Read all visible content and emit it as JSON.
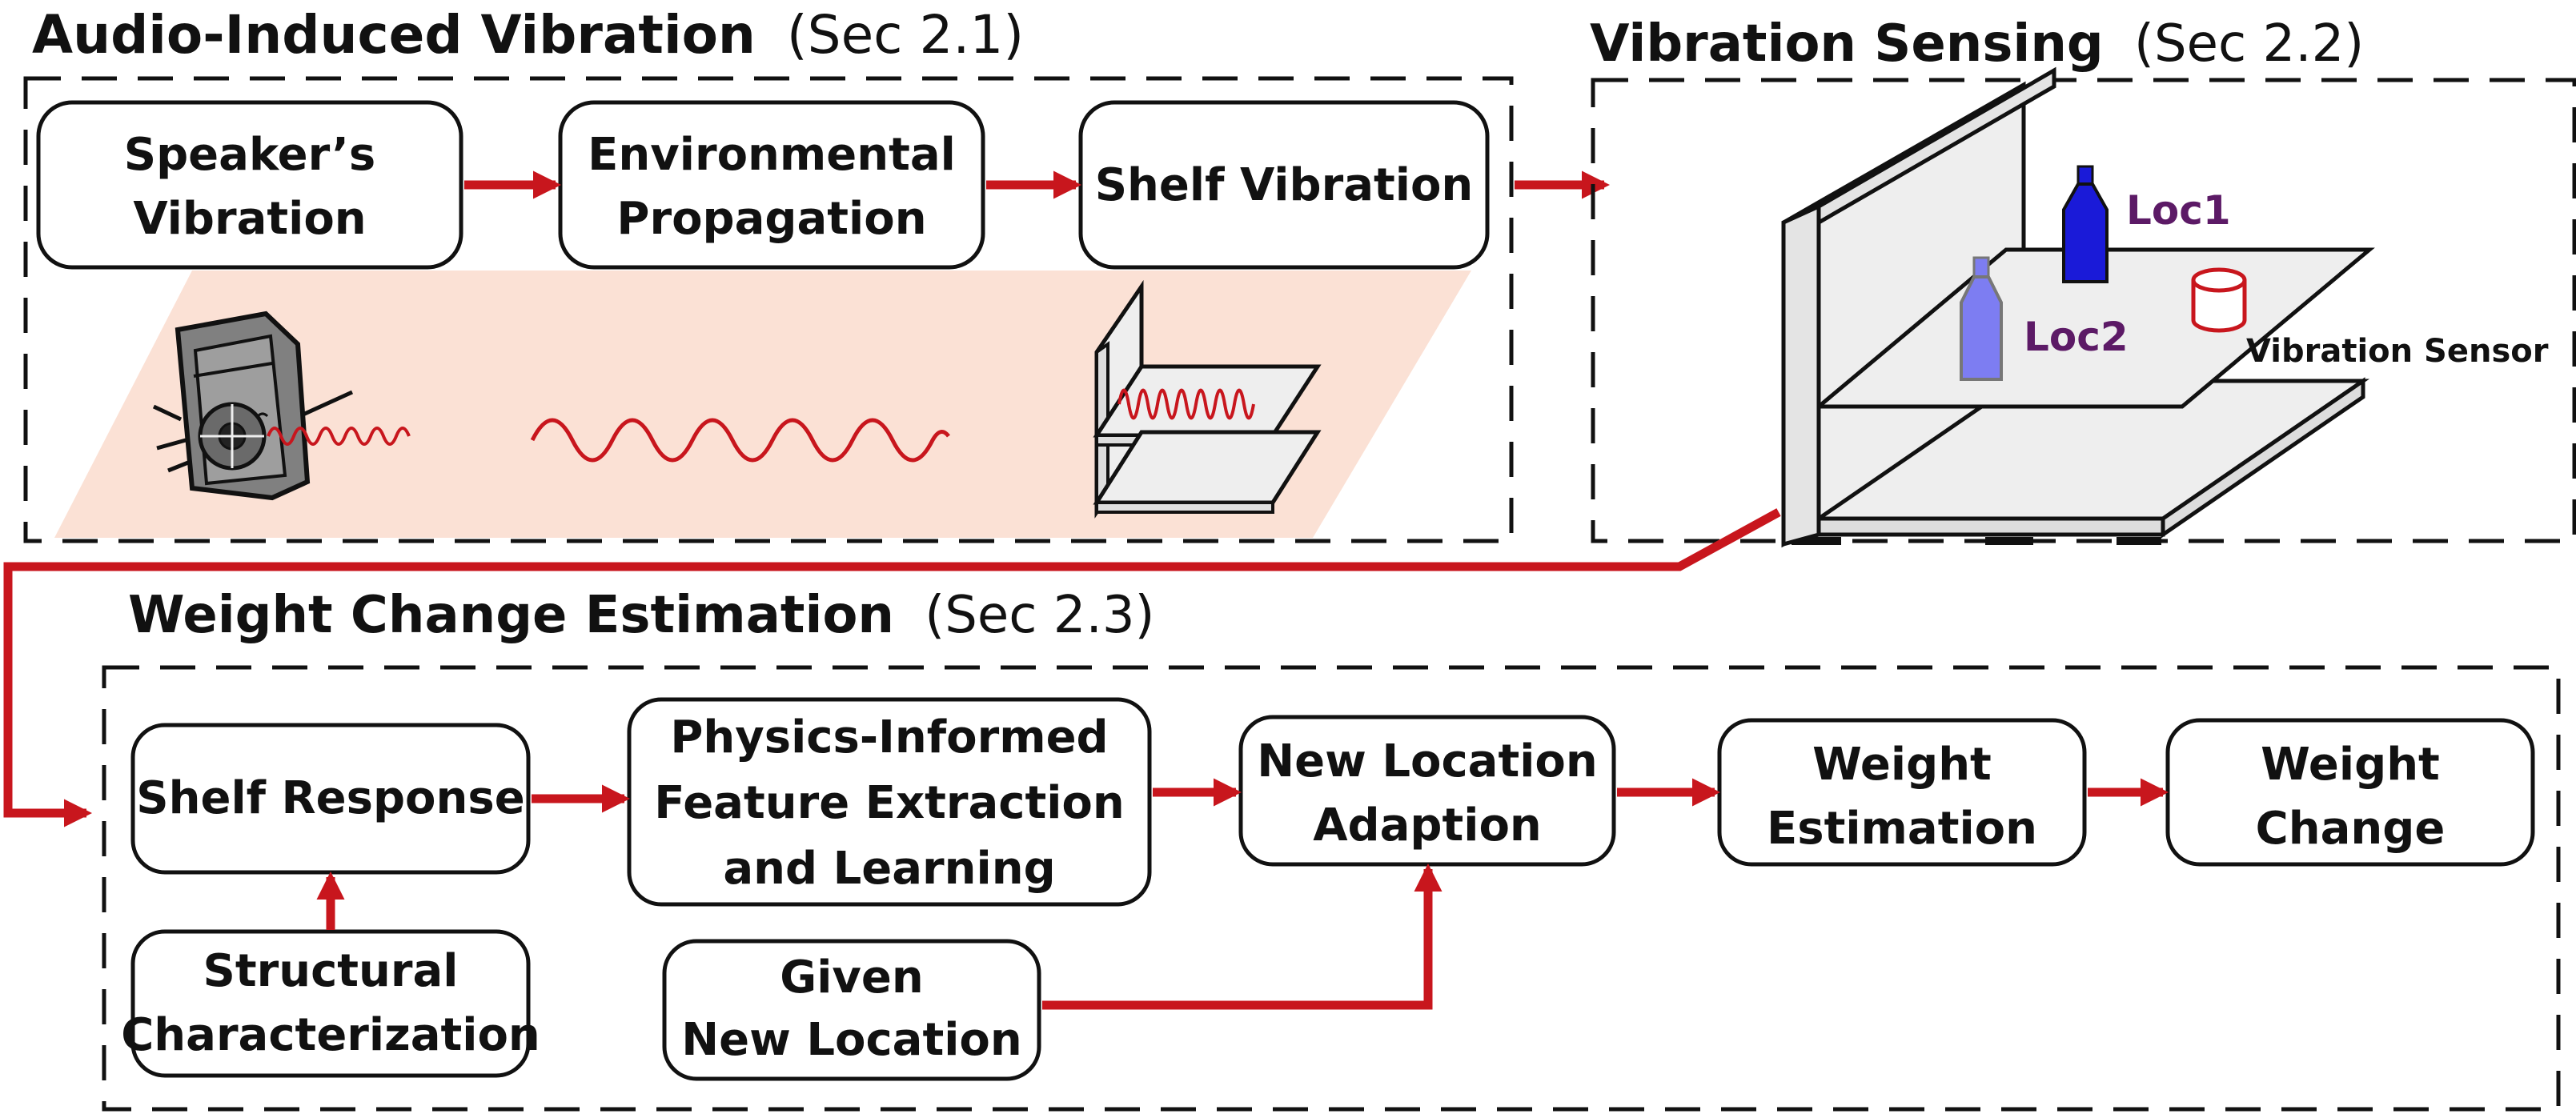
{
  "colors": {
    "accent_arrow": "#c8161d",
    "floor_tint": "#fbe1d5",
    "loc1_bottle": "#1a1ad8",
    "loc2_bottle": "#7d7df2",
    "loc_label": "#5c1a66",
    "shelf_gray": "#eeeeee",
    "speaker_gray": "#808080"
  },
  "sections": {
    "audio": {
      "title": "Audio-Induced Vibration",
      "ref": "(Sec 2.1)",
      "boxes": {
        "speaker": [
          "Speaker’s",
          "Vibration"
        ],
        "env": [
          "Environmental",
          "Propagation"
        ],
        "shelf": [
          "Shelf Vibration"
        ]
      }
    },
    "sensing": {
      "title": "Vibration Sensing",
      "ref": "(Sec 2.2)",
      "labels": {
        "loc1": "Loc1",
        "loc2": "Loc2",
        "sensor": "Vibration Sensor"
      }
    },
    "estimation": {
      "title": "Weight Change Estimation",
      "ref": "(Sec 2.3)",
      "boxes": {
        "shelf_response": [
          "Shelf Response"
        ],
        "structural": [
          "Structural",
          "Characterization"
        ],
        "physics": [
          "Physics-Informed",
          "Feature Extraction",
          "and Learning"
        ],
        "given": [
          "Given",
          "New Location"
        ],
        "adaption": [
          "New Location",
          "Adaption"
        ],
        "weight_est": [
          "Weight",
          "Estimation"
        ],
        "weight_change": [
          "Weight",
          "Change"
        ]
      }
    }
  },
  "icons": {
    "speaker": "speaker-icon",
    "wave": "sine-wave-icon",
    "shelf_small": "shelf-icon",
    "shelf_large": "shelf-icon",
    "bottle": "bottle-icon",
    "sensor": "cylinder-sensor-icon"
  }
}
